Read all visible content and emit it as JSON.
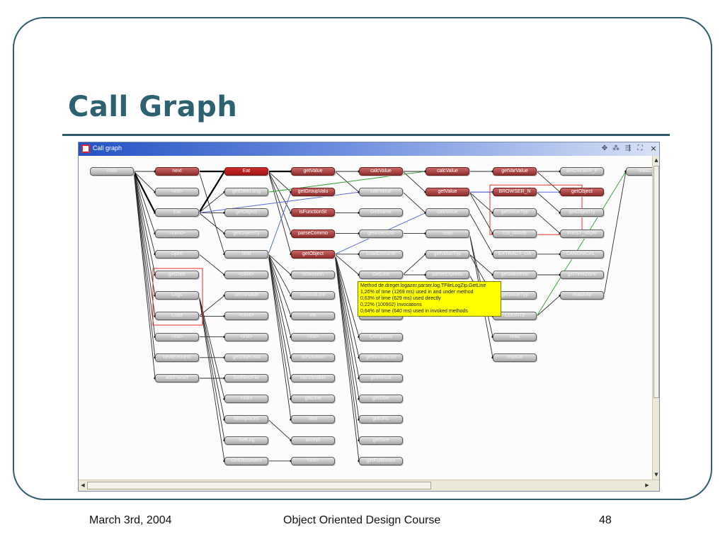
{
  "slide": {
    "title": "Call Graph",
    "footer_left": "March 3rd, 2004",
    "footer_center": "Object Oriented Design Course",
    "footer_right": "48"
  },
  "window": {
    "title": "Call graph",
    "tool_icons": [
      "layout-icon",
      "zoom-icon",
      "expand-icon",
      "filter-icon"
    ],
    "close": "×"
  },
  "graph": {
    "nodes": [
      {
        "id": "main",
        "label": "main",
        "col": 0,
        "row": 0
      },
      {
        "id": "c1_next",
        "label": "next",
        "col": 1,
        "row": 0,
        "hot": true
      },
      {
        "id": "c1_init1",
        "label": "<init>",
        "col": 1,
        "row": 1
      },
      {
        "id": "c1_eat",
        "label": "Eat",
        "col": 1,
        "row": 2
      },
      {
        "id": "c1_clinit",
        "label": "<clinit>",
        "col": 1,
        "row": 3
      },
      {
        "id": "c1_open",
        "label": "Open",
        "col": 1,
        "row": 4
      },
      {
        "id": "c1_getdate",
        "label": "getDate",
        "col": 1,
        "row": 5
      },
      {
        "id": "c1_logs",
        "label": "Logs",
        "col": 1,
        "row": 6
      },
      {
        "id": "c1_load",
        "label": "Load",
        "col": 1,
        "row": 7
      },
      {
        "id": "c1_init2",
        "label": "<init>",
        "col": 1,
        "row": 8
      },
      {
        "id": "c1_nextel",
        "label": "nextElement",
        "col": 1,
        "row": 9
      },
      {
        "id": "c1_addparser",
        "label": "addParser",
        "col": 1,
        "row": 10
      },
      {
        "id": "c2_eat",
        "label": "Eat",
        "col": 2,
        "row": 0,
        "sel": true
      },
      {
        "id": "c2_getdatalong",
        "label": "getDateLong",
        "col": 2,
        "row": 1
      },
      {
        "id": "c2_getobject",
        "label": "getObject",
        "col": 2,
        "row": 2
      },
      {
        "id": "c2_getobjectty",
        "label": "getObjectTy",
        "col": 2,
        "row": 3
      },
      {
        "id": "c2_next",
        "label": "next",
        "col": 2,
        "row": 4
      },
      {
        "id": "c2_clinit",
        "label": "<clinit>",
        "col": 2,
        "row": 5
      },
      {
        "id": "c2_setvariable",
        "label": "setVariable",
        "col": 2,
        "row": 6
      },
      {
        "id": "c2_clinit2",
        "label": "<clinit>",
        "col": 2,
        "row": 7
      },
      {
        "id": "c2_init",
        "label": "<init>",
        "col": 2,
        "row": 8
      },
      {
        "id": "c2_getobjectsla",
        "label": "getObjectsla",
        "col": 2,
        "row": 9
      },
      {
        "id": "c2_getnextfile",
        "label": "GetNextFile",
        "col": 2,
        "row": 10
      },
      {
        "id": "c2_init2",
        "label": "<init>",
        "col": 2,
        "row": 11
      },
      {
        "id": "c2_fillreplaces",
        "label": "fillReplaces",
        "col": 2,
        "row": 12
      },
      {
        "id": "c2_getlog",
        "label": "GetLog",
        "col": 2,
        "row": 13
      },
      {
        "id": "c2_getdocument",
        "label": "GetDocument",
        "col": 2,
        "row": 14
      },
      {
        "id": "c3_getvalue",
        "label": "getValue",
        "col": 3,
        "row": 0,
        "hot": true
      },
      {
        "id": "c3_getgroupvalu",
        "label": "getGroupValu",
        "col": 3,
        "row": 1,
        "hot": true
      },
      {
        "id": "c3_isfunctionst",
        "label": "isFunctionSt",
        "col": 3,
        "row": 2,
        "hot": true
      },
      {
        "id": "c3_parsecommo",
        "label": "parseCommo",
        "col": 3,
        "row": 3,
        "hot": true
      },
      {
        "id": "c3_getobject",
        "label": "getObject",
        "col": 3,
        "row": 4,
        "hot": true
      },
      {
        "id": "c3_issession",
        "label": "isSession",
        "col": 3,
        "row": 5
      },
      {
        "id": "c3_isgoodline",
        "label": "isGoodLine",
        "col": 3,
        "row": 6
      },
      {
        "id": "c3_init",
        "label": "init",
        "col": 3,
        "row": 7
      },
      {
        "id": "c3_init2",
        "label": "<init>",
        "col": 3,
        "row": 8
      },
      {
        "id": "c3_isfunction",
        "label": "IsFunction",
        "col": 3,
        "row": 9
      },
      {
        "id": "c3_hasvariable",
        "label": "hasVariable",
        "col": 3,
        "row": 10
      },
      {
        "id": "c3_getline",
        "label": "getLine",
        "col": 3,
        "row": 11
      },
      {
        "id": "c3_next",
        "label": "next",
        "col": 3,
        "row": 12
      },
      {
        "id": "c3_accept",
        "label": "accept",
        "col": 3,
        "row": 13
      },
      {
        "id": "c3_init3",
        "label": "<init>",
        "col": 3,
        "row": 14
      },
      {
        "id": "c4_calcvalue",
        "label": "calcValue",
        "col": 4,
        "row": 0,
        "hot": true
      },
      {
        "id": "c4_calcvalue2",
        "label": "calcValue",
        "col": 4,
        "row": 1
      },
      {
        "id": "c4_getname",
        "label": "GetName",
        "col": 4,
        "row": 2
      },
      {
        "id": "c4_getindexlist",
        "label": "getIndexList",
        "col": 4,
        "row": 3
      },
      {
        "id": "c4_loaddocume",
        "label": "LoadDocume",
        "col": 4,
        "row": 4
      },
      {
        "id": "c4_getline",
        "label": "GetLine",
        "col": 4,
        "row": 5
      },
      {
        "id": "c4_hidden1",
        "label": "",
        "col": 4,
        "row": 6
      },
      {
        "id": "c4_hidden2",
        "label": "",
        "col": 4,
        "row": 7
      },
      {
        "id": "c4_compress",
        "label": "Compress",
        "col": 4,
        "row": 8
      },
      {
        "id": "c4_getmonthcod",
        "label": "getMonthCod",
        "col": 4,
        "row": 9
      },
      {
        "id": "c4_getresult",
        "label": "getResult",
        "col": 4,
        "row": 10
      },
      {
        "id": "c4_getuser",
        "label": "getUser",
        "col": 4,
        "row": 11
      },
      {
        "id": "c4_geturl",
        "label": "getURL",
        "col": 4,
        "row": 12
      },
      {
        "id": "c4_getsize",
        "label": "getSize",
        "col": 4,
        "row": 13
      },
      {
        "id": "c4_getfullbrows",
        "label": "getFullBrows",
        "col": 4,
        "row": 14
      },
      {
        "id": "c5_calcvalue",
        "label": "calcValue",
        "col": 5,
        "row": 0,
        "hot": true
      },
      {
        "id": "c5_getvalue",
        "label": "getValue",
        "col": 5,
        "row": 1,
        "hot": true
      },
      {
        "id": "c5_calcvalue2",
        "label": "calcValue",
        "col": 5,
        "row": 2
      },
      {
        "id": "c5_read",
        "label": "read",
        "col": 5,
        "row": 3
      },
      {
        "id": "c5_getvaluetyp",
        "label": "getValueTyp",
        "col": 5,
        "row": 4
      },
      {
        "id": "c5_parseexpress",
        "label": "parseExpress",
        "col": 5,
        "row": 5
      },
      {
        "id": "c6_getvarvalue",
        "label": "getVarValue",
        "col": 6,
        "row": 0,
        "hot": true
      },
      {
        "id": "c6_browser_n",
        "label": "BROWSER_N",
        "col": 6,
        "row": 1,
        "hot": true
      },
      {
        "id": "c6_getvaluetyp",
        "label": "getValueTyp",
        "col": 6,
        "row": 2
      },
      {
        "id": "c6_os_name",
        "label": "OS_NAME",
        "col": 6,
        "row": 3
      },
      {
        "id": "c6_extract_da",
        "label": "EXTRACT_DA",
        "col": 6,
        "row": 4
      },
      {
        "id": "c6_getvalueinte",
        "label": "getValueInte",
        "col": 6,
        "row": 5
      },
      {
        "id": "c6_getvaluetyp2",
        "label": "getValueTyp",
        "col": 6,
        "row": 6
      },
      {
        "id": "c6_count2",
        "label": "COUNT2",
        "col": 6,
        "row": 7
      },
      {
        "id": "c6_read",
        "label": "read",
        "col": 6,
        "row": 8
      },
      {
        "id": "c6_readdir",
        "label": "readDir",
        "col": 6,
        "row": 9
      },
      {
        "id": "c7_browser_f",
        "label": "BROWSER_F",
        "col": 7,
        "row": 0
      },
      {
        "id": "c7_getobject",
        "label": "getObject",
        "col": 7,
        "row": 1,
        "hot": true
      },
      {
        "id": "c7_getobjectty",
        "label": "getObjectTy",
        "col": 7,
        "row": 2
      },
      {
        "id": "c7_first_wor",
        "label": "FIRST_WOR",
        "col": 7,
        "row": 3
      },
      {
        "id": "c7_canonical",
        "label": "CANONICAL_",
        "col": 7,
        "row": 4
      },
      {
        "id": "c7_gettimezone",
        "label": "getTimeZone",
        "col": 7,
        "row": 5
      },
      {
        "id": "c7_readand",
        "label": "readAnd",
        "col": 7,
        "row": 6
      },
      {
        "id": "c8_readcon",
        "label": "readCon",
        "col": 8,
        "row": 0
      }
    ],
    "edges": [
      [
        "main",
        "c1_next"
      ],
      [
        "main",
        "c1_init1"
      ],
      [
        "main",
        "c1_eat"
      ],
      [
        "main",
        "c1_clinit"
      ],
      [
        "main",
        "c1_open"
      ],
      [
        "main",
        "c1_getdate"
      ],
      [
        "main",
        "c1_logs"
      ],
      [
        "main",
        "c1_load"
      ],
      [
        "main",
        "c1_init2"
      ],
      [
        "main",
        "c1_nextel"
      ],
      [
        "main",
        "c1_addparser"
      ],
      [
        "c1_next",
        "c2_eat"
      ],
      [
        "c1_eat",
        "c2_eat"
      ],
      [
        "c1_eat",
        "c2_getdatalong"
      ],
      [
        "c1_eat",
        "c2_getobject"
      ],
      [
        "c1_eat",
        "c2_getobjectty"
      ],
      [
        "c1_next",
        "c2_next"
      ],
      [
        "c1_open",
        "c2_clinit"
      ],
      [
        "c1_load",
        "c2_setvariable"
      ],
      [
        "c1_load",
        "c2_clinit2"
      ],
      [
        "c1_init2",
        "c2_init"
      ],
      [
        "c1_nextel",
        "c2_getobjectsla"
      ],
      [
        "c1_addparser",
        "c2_getnextfile"
      ],
      [
        "c1_logs",
        "c2_init2"
      ],
      [
        "c1_logs",
        "c2_fillreplaces"
      ],
      [
        "c1_logs",
        "c2_getlog"
      ],
      [
        "c1_logs",
        "c2_getdocument"
      ],
      [
        "c2_eat",
        "c3_getvalue"
      ],
      [
        "c2_eat",
        "c3_getgroupvalu"
      ],
      [
        "c2_eat",
        "c3_isfunctionst"
      ],
      [
        "c2_eat",
        "c3_parsecommo"
      ],
      [
        "c2_eat",
        "c3_getobject"
      ],
      [
        "c2_next",
        "c3_issession"
      ],
      [
        "c2_next",
        "c3_isgoodline"
      ],
      [
        "c2_next",
        "c3_init"
      ],
      [
        "c2_next",
        "c3_init2"
      ],
      [
        "c2_next",
        "c3_isfunction"
      ],
      [
        "c2_next",
        "c3_hasvariable"
      ],
      [
        "c2_next",
        "c3_getline"
      ],
      [
        "c2_next",
        "c3_next"
      ],
      [
        "c2_fillreplaces",
        "c3_accept"
      ],
      [
        "c2_getdocument",
        "c3_init3"
      ],
      [
        "c3_getvalue",
        "c4_calcvalue"
      ],
      [
        "c3_getvalue",
        "c4_calcvalue2"
      ],
      [
        "c3_isfunctionst",
        "c4_getname"
      ],
      [
        "c3_parsecommo",
        "c4_getindexlist"
      ],
      [
        "c3_getobject",
        "c4_loaddocume"
      ],
      [
        "c3_getobject",
        "c4_getline"
      ],
      [
        "c3_getobject",
        "c4_compress"
      ],
      [
        "c3_getobject",
        "c4_getmonthcod"
      ],
      [
        "c3_getobject",
        "c4_getresult"
      ],
      [
        "c3_getobject",
        "c4_getuser"
      ],
      [
        "c3_getobject",
        "c4_geturl"
      ],
      [
        "c3_getobject",
        "c4_getsize"
      ],
      [
        "c3_getobject",
        "c4_getfullbrows"
      ],
      [
        "c4_calcvalue",
        "c5_calcvalue"
      ],
      [
        "c4_calcvalue",
        "c5_getvalue"
      ],
      [
        "c4_calcvalue2",
        "c5_calcvalue2"
      ],
      [
        "c4_getindexlist",
        "c5_read"
      ],
      [
        "c4_getline",
        "c5_getvaluetyp"
      ],
      [
        "c4_getline",
        "c5_parseexpress"
      ],
      [
        "c5_calcvalue",
        "c6_getvarvalue"
      ],
      [
        "c5_getvalue",
        "c6_browser_n"
      ],
      [
        "c5_getvalue",
        "c6_getvaluetyp"
      ],
      [
        "c5_getvalue",
        "c6_os_name"
      ],
      [
        "c5_calcvalue2",
        "c6_extract_da"
      ],
      [
        "c5_getvaluetyp",
        "c6_getvalueinte"
      ],
      [
        "c5_getvaluetyp",
        "c6_getvaluetyp2"
      ],
      [
        "c5_parseexpress",
        "c6_count2"
      ],
      [
        "c5_read",
        "c6_read"
      ],
      [
        "c5_read",
        "c6_readdir"
      ],
      [
        "c6_getvarvalue",
        "c7_browser_f"
      ],
      [
        "c6_getvarvalue",
        "c7_getobject"
      ],
      [
        "c6_browser_n",
        "c7_getobjectty"
      ],
      [
        "c6_getvaluetyp",
        "c7_first_wor"
      ],
      [
        "c6_extract_da",
        "c7_canonical"
      ],
      [
        "c6_getvalueinte",
        "c7_gettimezone"
      ],
      [
        "c6_count2",
        "c7_readand"
      ],
      [
        "c7_readand",
        "c8_readcon"
      ]
    ],
    "colored_edges": [
      {
        "from": "c3_getobject",
        "to": "c5_calcvalue2",
        "color": "#5a6de0"
      },
      {
        "from": "c2_next",
        "to": "c3_getgroupvalu",
        "color": "#5a6de0"
      },
      {
        "from": "c1_eat",
        "to": "c4_calcvalue2",
        "color": "#5a6de0"
      },
      {
        "from": "c5_getvalue",
        "to": "c7_getobject",
        "color": "#5a6de0"
      },
      {
        "from": "c2_getdatalong",
        "to": "c5_calcvalue",
        "color": "#39a339"
      },
      {
        "from": "c6_count2",
        "to": "c8_readcon",
        "color": "#39a339"
      }
    ],
    "tooltip": {
      "lines": [
        "Method de.dreger.logazer.parser.log.TFileLogZip.GetLine",
        "1,26% of time (1269 ms) used in and under method",
        "0,63% of time (629 ms) used directly",
        "0,22% (100902) invocations",
        "0,64% of time (640 ms) used in invoked methods"
      ]
    },
    "highlight_colors": {
      "hot": "#a83a3a",
      "selected": "#c81e1e",
      "red_outline": "#e03030"
    }
  }
}
